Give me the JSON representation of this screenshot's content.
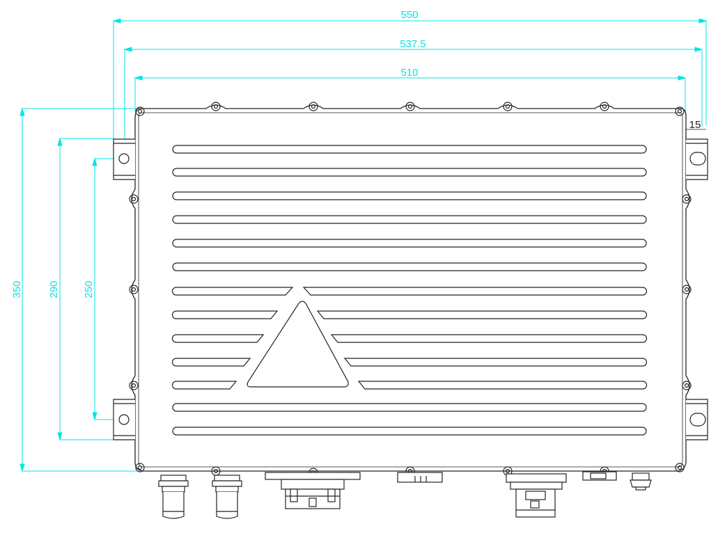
{
  "dimensions": {
    "overall_width": "550",
    "mount_width": "537.5",
    "body_width": "510",
    "bracket_offset": "15",
    "overall_height": "350",
    "mount_height": "290",
    "hole_height": "250"
  },
  "colors": {
    "dimension_line": "#00e5e5",
    "outline": "#222222",
    "background": "#ffffff"
  }
}
